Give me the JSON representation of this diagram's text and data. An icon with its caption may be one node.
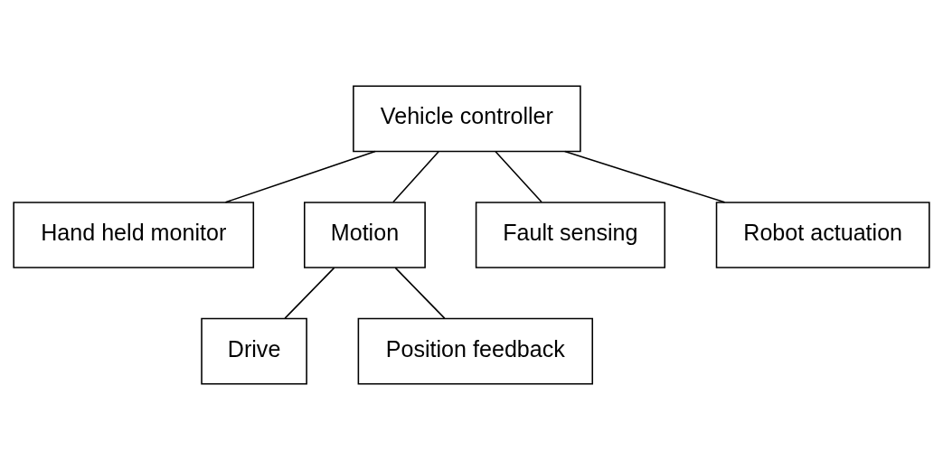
{
  "diagram": {
    "nodes": [
      {
        "text": [
          "Vehicle controller"
        ]
      },
      {
        "text": [
          "Hand held monitor"
        ]
      },
      {
        "text": [
          "Motion"
        ]
      },
      {
        "text": [
          "Fault sensing"
        ]
      },
      {
        "text": [
          "Robot actuation"
        ]
      },
      {
        "text": [
          "Drive"
        ]
      },
      {
        "text": [
          "Position feedback"
        ]
      }
    ],
    "edges": [
      {
        "from": 1,
        "to": 0,
        "arrow": "none"
      },
      {
        "from": 2,
        "to": 0,
        "arrow": "none"
      },
      {
        "from": 3,
        "to": 0,
        "arrow": "none"
      },
      {
        "from": 4,
        "to": 0,
        "arrow": "none"
      },
      {
        "from": 5,
        "to": 2,
        "arrow": "none"
      },
      {
        "from": 6,
        "to": 2,
        "arrow": "none"
      }
    ]
  }
}
